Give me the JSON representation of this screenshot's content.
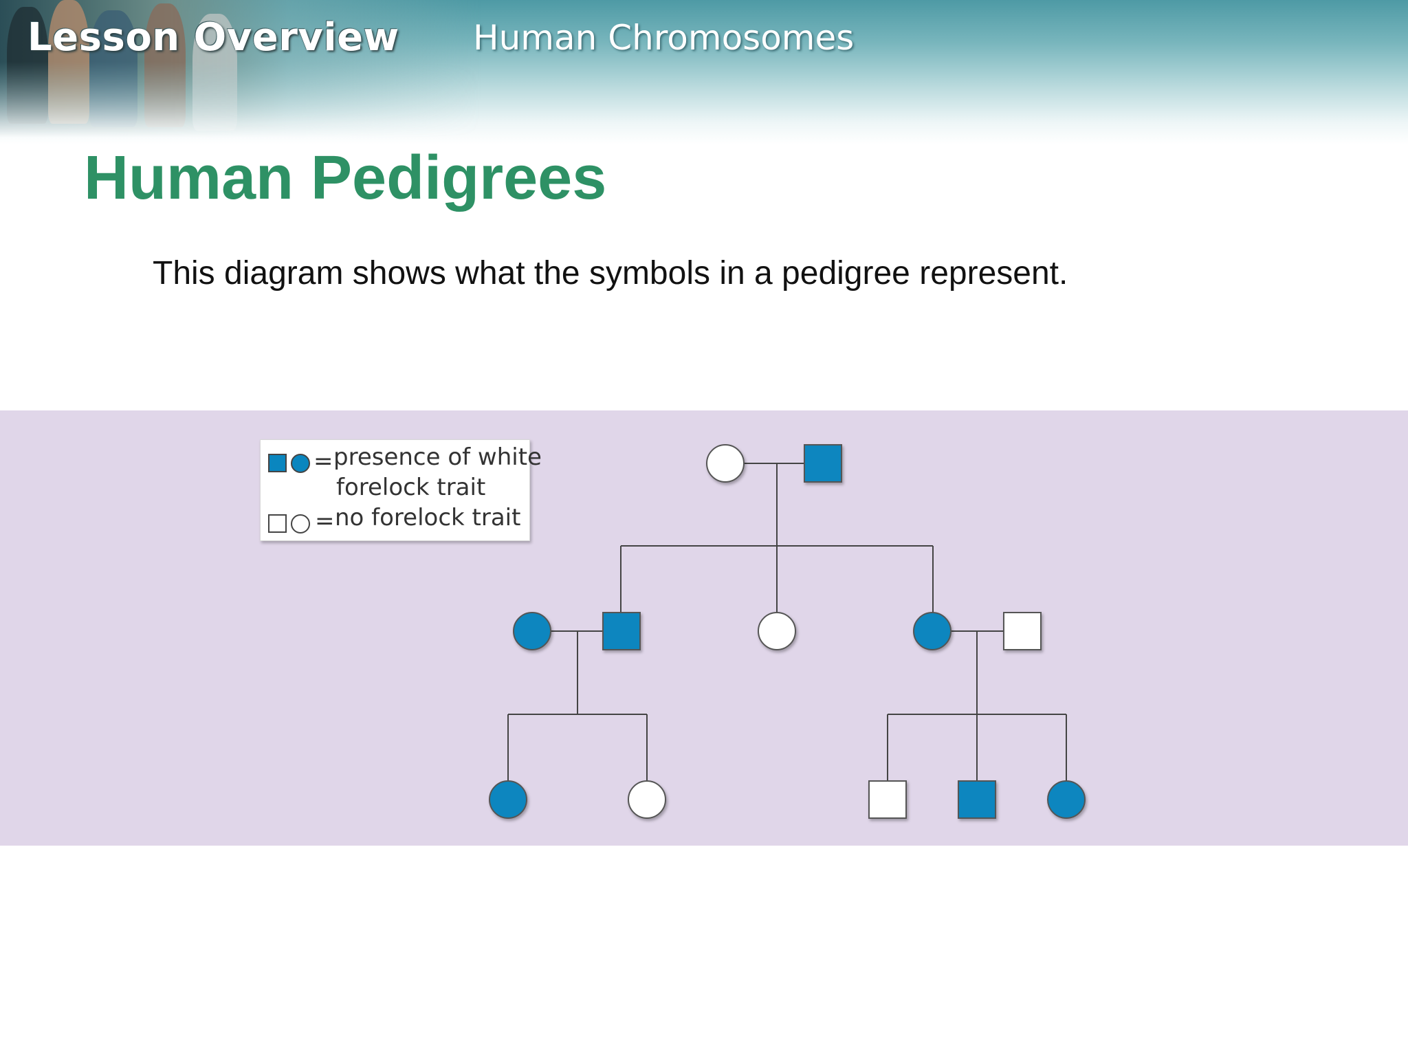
{
  "header": {
    "lesson_label": "Lesson Overview",
    "chapter_title": "Human Chromosomes"
  },
  "slide": {
    "title": "Human Pedigrees",
    "subtitle": "This diagram shows what the symbols in a pedigree represent."
  },
  "legend": {
    "affected_line1": "presence of white",
    "affected_line2": "forelock trait",
    "unaffected_text": "no forelock trait",
    "equals": "="
  },
  "colors": {
    "title_green": "#2e9165",
    "affected_blue": "#0a86bf",
    "band_lavender": "#e0d6e9"
  },
  "pedigree": {
    "generations": [
      [
        {
          "sex": "female",
          "affected": false
        },
        {
          "sex": "male",
          "affected": true
        }
      ],
      [
        {
          "sex": "female",
          "affected": true,
          "role": "spouse"
        },
        {
          "sex": "male",
          "affected": true
        },
        {
          "sex": "female",
          "affected": false
        },
        {
          "sex": "female",
          "affected": true
        },
        {
          "sex": "male",
          "affected": false,
          "role": "spouse"
        }
      ],
      [
        {
          "sex": "female",
          "affected": true
        },
        {
          "sex": "female",
          "affected": false
        },
        {
          "sex": "male",
          "affected": false
        },
        {
          "sex": "male",
          "affected": true
        },
        {
          "sex": "female",
          "affected": true
        }
      ]
    ]
  }
}
